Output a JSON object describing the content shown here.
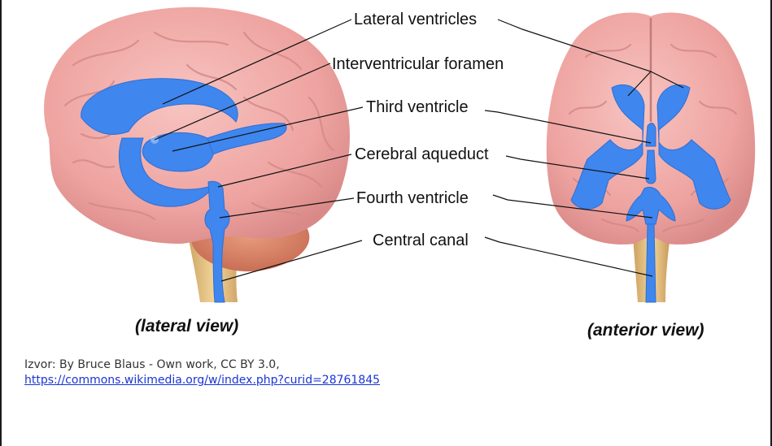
{
  "labels": {
    "lateral_ventricles": "Lateral ventricles",
    "interventricular_foramen": "Interventricular foramen",
    "third_ventricle": "Third ventricle",
    "cerebral_aqueduct": "Cerebral aqueduct",
    "fourth_ventricle": "Fourth ventricle",
    "central_canal": "Central canal"
  },
  "views": {
    "lateral": "(lateral view)",
    "anterior": "(anterior view)"
  },
  "caption": {
    "source_text": "Izvor: By Bruce Blaus - Own work, CC BY 3.0,",
    "link_text": "https://commons.wikimedia.org/w/index.php?curid=28761845"
  },
  "colors": {
    "brain": "#f0a8a6",
    "ventricles": "#3f86ee",
    "brainstem": "#e8c080",
    "cerebellum": "#d98468"
  }
}
